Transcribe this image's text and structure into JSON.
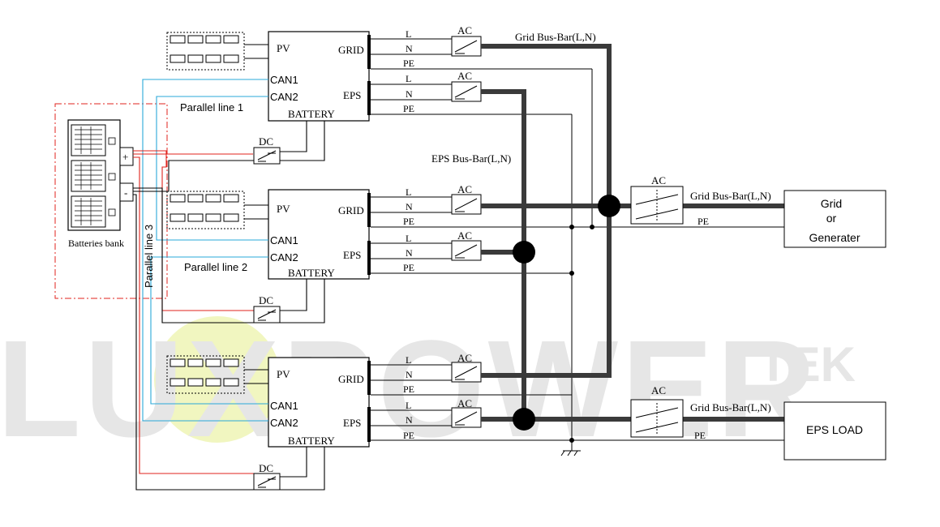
{
  "watermark": {
    "brand": "LUXPOWER",
    "suffix": "TEK"
  },
  "battery": {
    "label": "Batteries bank",
    "plus": "+",
    "minus": "-"
  },
  "inverter": {
    "pv": "PV",
    "grid": "GRID",
    "eps": "EPS",
    "can1": "CAN1",
    "can2": "CAN2",
    "battery": "BATTERY"
  },
  "wires": {
    "l": "L",
    "n": "N",
    "pe": "PE"
  },
  "breakers": {
    "ac": "AC",
    "dc": "DC"
  },
  "parallel": {
    "line1": "Parallel line 1",
    "line2": "Parallel line 2",
    "line3": "Parallel line 3"
  },
  "busbars": {
    "grid": "Grid Bus-Bar(L,N)",
    "eps": "EPS Bus-Bar(L,N)"
  },
  "grid_box": {
    "line1": "Grid",
    "line2": "or",
    "line3": "Generater"
  },
  "eps_box": {
    "label": "EPS LOAD"
  },
  "colors": {
    "wire": "#000000",
    "busbar": "#3a3a3a",
    "battery_pos": "#e0231c",
    "can_line": "#2aa8d8",
    "dash_box": "#e0231c",
    "watermark_gray": "#e6e6e6",
    "watermark_green": "#f1f6c0"
  }
}
